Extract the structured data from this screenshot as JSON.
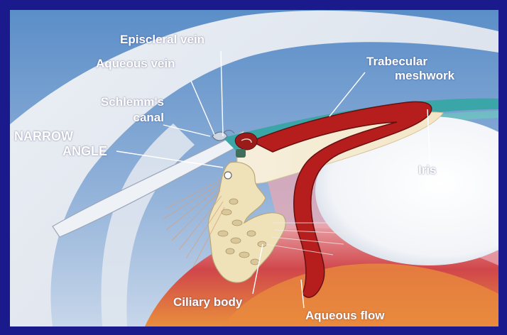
{
  "labels": {
    "episcleral_vein": "Episcleral vein",
    "aqueous_vein": "Aqueous vein",
    "schlemms_canal_line1": "Schlemm's",
    "schlemms_canal_line2": "canal",
    "narrow_angle_line1": "NARROW",
    "narrow_angle_line2": "ANGLE",
    "trabecular_line1": "Trabecular",
    "trabecular_line2": "meshwork",
    "iris": "Iris",
    "ciliary_body": "Ciliary body",
    "aqueous_flow": "Aqueous flow"
  },
  "colors": {
    "border": "#1a1a8c",
    "sky_blue": "#5d8fc8",
    "lens": "#ffffff",
    "iris_red": "#b11f1c",
    "ciliary": "#efe2b8",
    "sclera": "#e6ebf1",
    "tissue_red": "#c9362e",
    "tissue_orange": "#e58f4a"
  }
}
